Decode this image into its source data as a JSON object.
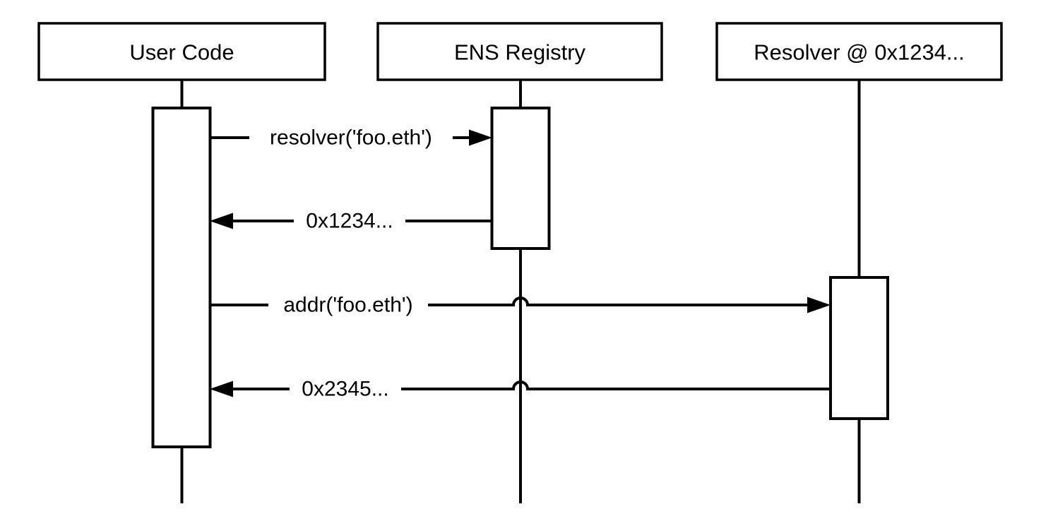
{
  "diagram": {
    "type": "uml-sequence",
    "actors": [
      {
        "name": "User Code"
      },
      {
        "name": "ENS Registry"
      },
      {
        "name": "Resolver @ 0x1234..."
      }
    ],
    "messages": [
      {
        "label": "resolver('foo.eth')",
        "from": "User Code",
        "to": "ENS Registry",
        "direction": "right"
      },
      {
        "label": "0x1234...",
        "from": "ENS Registry",
        "to": "User Code",
        "direction": "left"
      },
      {
        "label": "addr('foo.eth')",
        "from": "User Code",
        "to": "Resolver @ 0x1234...",
        "direction": "right",
        "hops_over": "ENS Registry"
      },
      {
        "label": "0x2345...",
        "from": "Resolver @ 0x1234...",
        "to": "User Code",
        "direction": "left",
        "hops_over": "ENS Registry"
      }
    ],
    "colors": {
      "stroke": "#000000",
      "background": "#ffffff"
    }
  }
}
